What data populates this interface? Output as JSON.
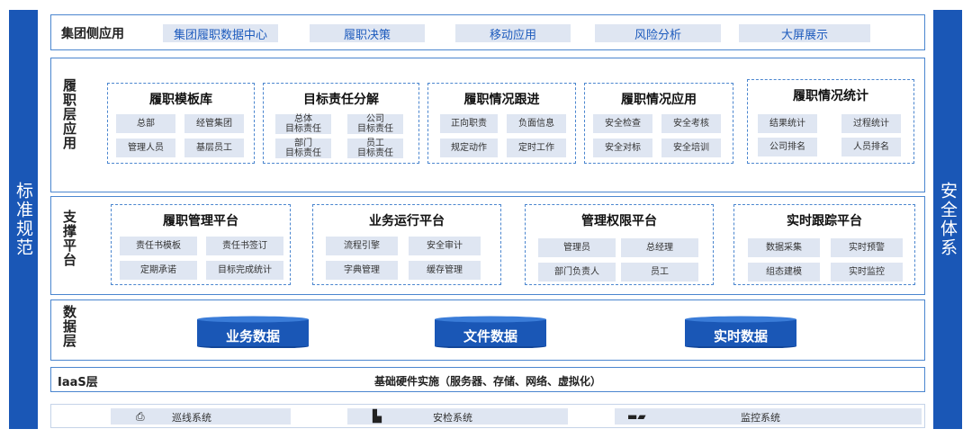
{
  "left_bar": "标准规范",
  "right_bar": "安全体系",
  "group_layer": {
    "title": "集团侧应用",
    "tabs": [
      "集团履职数据中心",
      "履职决策",
      "移动应用",
      "风险分析",
      "大屏展示"
    ]
  },
  "app_layer": {
    "title": "履职层应用",
    "groups": [
      {
        "title": "履职模板库",
        "items": [
          "总部",
          "经管集团",
          "管理人员",
          "基层员工"
        ]
      },
      {
        "title": "目标责任分解",
        "items": [
          "总体\n目标责任",
          "公司\n目标责任",
          "部门\n目标责任",
          "员工\n目标责任"
        ]
      },
      {
        "title": "履职情况跟进",
        "items": [
          "正向职责",
          "负面信息",
          "规定动作",
          "定时工作"
        ]
      },
      {
        "title": "履职情况应用",
        "items": [
          "安全检查",
          "安全考核",
          "安全对标",
          "安全培训"
        ]
      },
      {
        "title": "履职情况统计",
        "items": [
          "结果统计",
          "过程统计",
          "公司排名",
          "人员排名"
        ]
      }
    ]
  },
  "support_layer": {
    "title": "支撑平台",
    "groups": [
      {
        "title": "履职管理平台",
        "items": [
          "责任书模板",
          "责任书签订",
          "定期承诺",
          "目标完成统计"
        ]
      },
      {
        "title": "业务运行平台",
        "items": [
          "流程引擎",
          "安全审计",
          "字典管理",
          "缓存管理"
        ]
      },
      {
        "title": "管理权限平台",
        "items": [
          "管理员",
          "总经理",
          "部门负责人",
          "员工"
        ]
      },
      {
        "title": "实时跟踪平台",
        "items": [
          "数据采集",
          "实时预警",
          "组态建模",
          "实时监控"
        ]
      }
    ]
  },
  "data_layer": {
    "title": "数据层",
    "stores": [
      "业务数据",
      "文件数据",
      "实时数据"
    ],
    "color": "#1a57b6"
  },
  "iaas_layer": {
    "title": "IaaS层",
    "desc": "基础硬件实施（服务器、存储、网络、虚拟化）"
  },
  "systems": [
    {
      "icon": "printer-icon",
      "label": "巡线系统"
    },
    {
      "icon": "scanner-icon",
      "label": "安检系统"
    },
    {
      "icon": "camera-icon",
      "label": "监控系统"
    }
  ]
}
